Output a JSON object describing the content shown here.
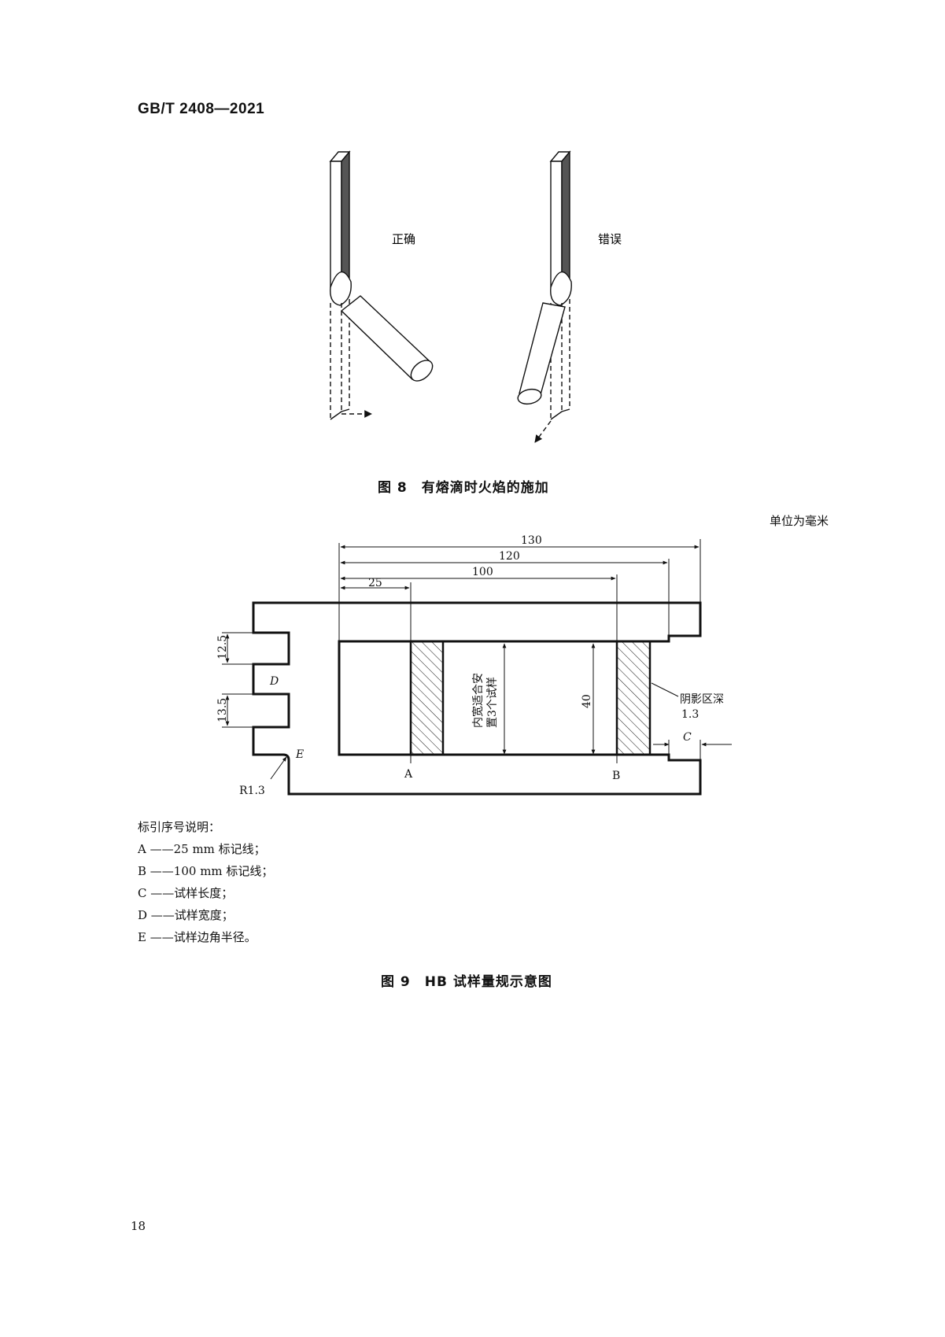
{
  "header": {
    "standard_id": "GB/T 2408—2021"
  },
  "figure8": {
    "label_correct": "正确",
    "label_wrong": "错误",
    "caption": "图 8　有熔滴时火焰的施加"
  },
  "figure9": {
    "unit_note": "单位为毫米",
    "dim_130": "130",
    "dim_120": "120",
    "dim_100": "100",
    "dim_25": "25",
    "dim_12_5": "12.5",
    "dim_13_5": "13.5",
    "dim_40": "40",
    "label_D": "D",
    "label_E": "E",
    "label_R": "R1.3",
    "label_A": "A",
    "label_B": "B",
    "label_C": "C",
    "inner_note_line1": "内宽适合安",
    "inner_note_line2": "置3个试样",
    "shade_note_line1": "阴影区深",
    "shade_note_line2": "1.3",
    "legend_title": "标引序号说明：",
    "legend_items": [
      "A ——25 mm 标记线；",
      "B ——100 mm 标记线；",
      "C ——试样长度；",
      "D ——试样宽度；",
      "E ——试样边角半径。"
    ],
    "caption": "图 9　HB 试样量规示意图"
  },
  "footer": {
    "page_number": "18"
  }
}
